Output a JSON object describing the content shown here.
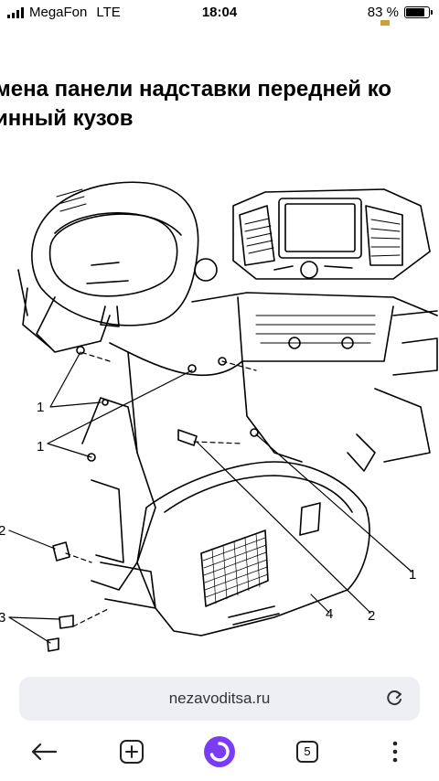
{
  "status_bar": {
    "carrier": "MegaFon",
    "network": "LTE",
    "time": "18:04",
    "battery_percent": "83 %",
    "battery_level": 0.83
  },
  "page": {
    "title_line1": "мена панели надставки передней ко",
    "title_line2": "инный кузов"
  },
  "diagram": {
    "callouts": {
      "c1a": "1",
      "c1b": "1",
      "c1c": "1",
      "c2a": "2",
      "c2b": "2",
      "c3": "3",
      "c4": "4"
    }
  },
  "browser": {
    "url": "nezavoditsa.ru",
    "tab_count": "5",
    "icons": {
      "back": "arrow-left-icon",
      "new_tab": "plus-square-icon",
      "assistant": "alice-assistant-icon",
      "tabs": "tabs-count-icon",
      "menu": "kebab-menu-icon",
      "reload": "reload-icon"
    },
    "assistant_color": "#7b3cf5"
  }
}
